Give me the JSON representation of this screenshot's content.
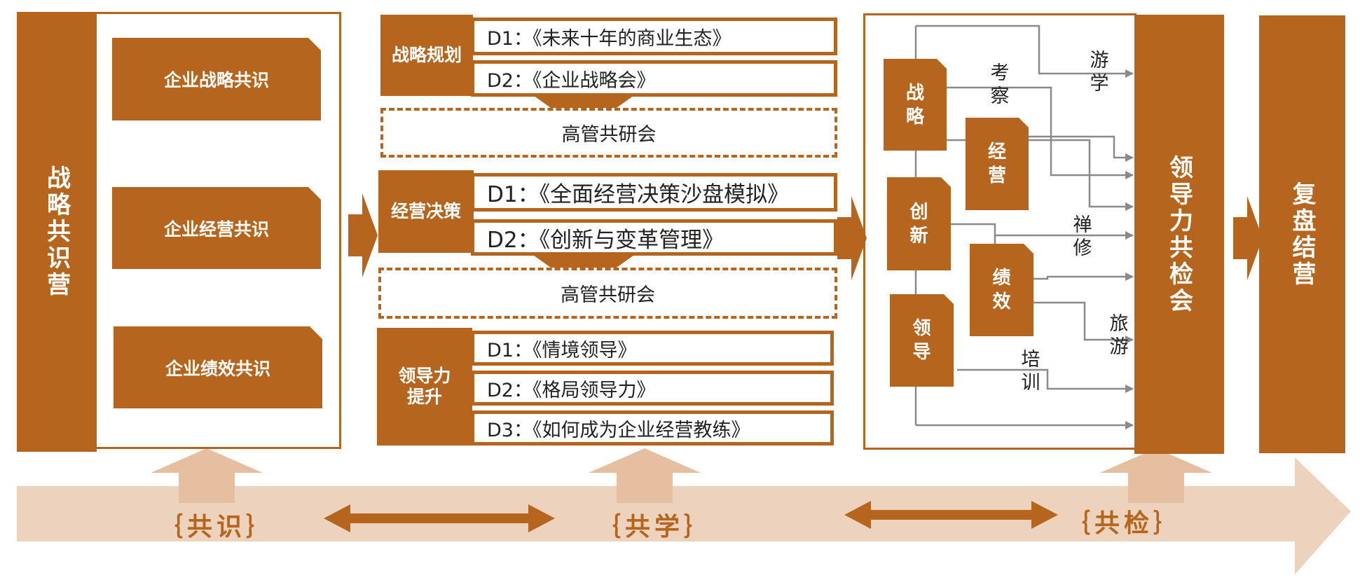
{
  "left_column": {
    "title": "战略共识营"
  },
  "consensus_items": [
    "企业战略共识",
    "企业经营共识",
    "企业绩效共识"
  ],
  "categories": [
    {
      "label": "战略规划",
      "courses": [
        "D1：《未来十年的商业生态》",
        "D2：《企业战略会》"
      ],
      "workshop": "高管共研会"
    },
    {
      "label": "经营决策",
      "courses": [
        "D1：《全面经营决策沙盘模拟》",
        "D2：《创新与变革管理》"
      ],
      "workshop": "高管共研会"
    },
    {
      "label": "领导力提升",
      "courses": [
        "D1：《情境领导》",
        "D2：《格局领导力》",
        "D3：《如何成为企业经营教练》"
      ]
    }
  ],
  "modules": [
    "战略",
    "经营",
    "创新",
    "绩效",
    "领导"
  ],
  "activities": [
    "游学",
    "考察",
    "禅修",
    "旅游",
    "培训"
  ],
  "checkpoint": {
    "title": "领导力共检会"
  },
  "final": {
    "title": "复盘结营"
  },
  "banner": {
    "labels": [
      "｛共识｝",
      "｛共学｝",
      "｛共检｝"
    ]
  },
  "colors": {
    "primary": "#B5651D",
    "banner": "#EDD3BD",
    "line": "#8a8a8a"
  }
}
